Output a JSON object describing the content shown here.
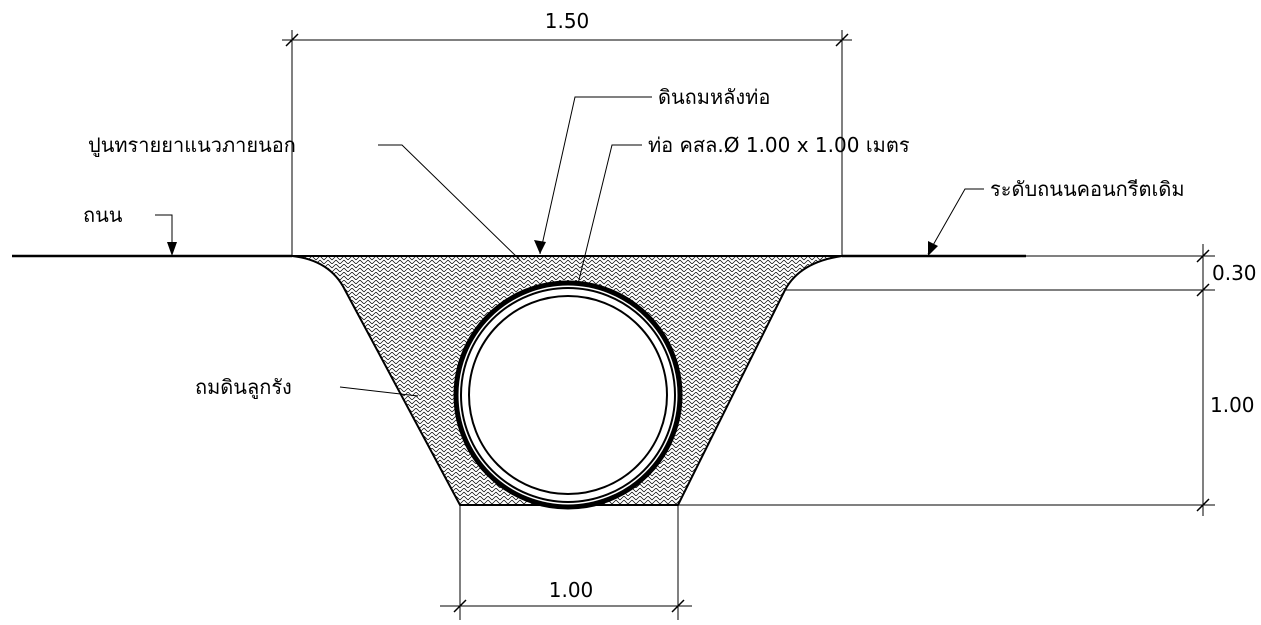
{
  "dimensions": {
    "top_width": "1.50",
    "bottom_width": "1.00",
    "cover_depth": "0.30",
    "pipe_depth": "1.00"
  },
  "labels": {
    "backfill_over_pipe": "ดินถมหลังท่อ",
    "outer_joint_mortar": "ปูนทรายยาแนวภายนอก",
    "pipe_spec": "ท่อ คสล.Ø  1.00  x 1.00 เมตร",
    "road": "ถนน",
    "existing_concrete_road_level": "ระดับถนนคอนกรีตเดิม",
    "gravel_fill": "ถมดินลูกรัง"
  },
  "colors": {
    "line": "#000000",
    "background": "#ffffff"
  }
}
